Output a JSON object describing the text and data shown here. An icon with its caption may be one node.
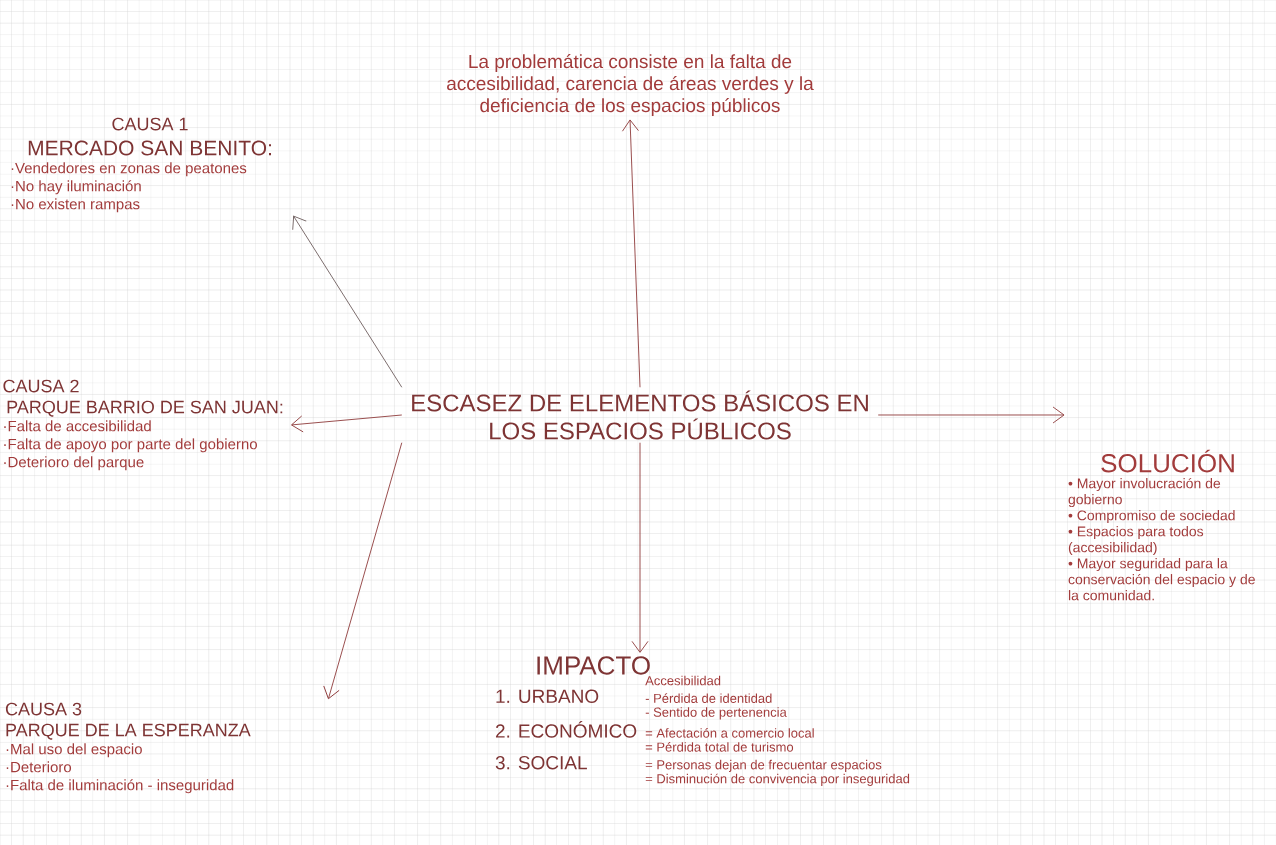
{
  "diagram": {
    "nodes": [
      {
        "text": [
          "ESCASEZ DE ELEMENTOS BÁSICOS EN LOS ESPACIOS PÚBLICOS"
        ]
      },
      {
        "text": [
          "La problemática consiste en la falta de accesibilidad, carencia de áreas verdes y la deficiencia de los espacios públicos"
        ]
      },
      {
        "text": [
          "CAUSA 1",
          "MERCADO SAN BENITO:",
          "·Vendedores en zonas de peatones",
          "·No hay iluminación",
          "·No existen rampas"
        ]
      },
      {
        "text": [
          "CAUSA 2",
          "PARQUE BARRIO DE SAN JUAN:",
          "·Falta de accesibilidad",
          "·Falta de apoyo por parte del gobierno",
          "·Deterioro del parque"
        ]
      },
      {
        "text": [
          "CAUSA 3",
          "PARQUE DE LA ESPERANZA",
          "·Mal uso del espacio",
          "·Deterioro",
          "·Falta de iluminación - inseguridad"
        ]
      },
      {
        "text": [
          "SOLUCIÓN",
          "• Mayor involucración de gobierno",
          "• Compromiso de sociedad",
          "• Espacios para todos (accesibilidad)",
          "• Mayor seguridad para la conservación del espacio y de la comunidad."
        ]
      },
      {
        "text": [
          "IMPACTO",
          "1. URBANO",
          "2. ECONÓMICO",
          "3. SOCIAL",
          "Accesibilidad",
          "- Pérdida de identidad",
          "- Sentido de pertenencia",
          "= Afectación a comercio local",
          "= Pérdida total de turismo",
          "= Personas dejan de frecuentar espacios",
          "= Disminución de convivencia por inseguridad"
        ]
      }
    ],
    "edges": [
      {
        "from": 0,
        "to": 1,
        "arrow": "to"
      },
      {
        "from": 0,
        "to": 2,
        "arrow": "to",
        "color": "#6e5e5e"
      },
      {
        "from": 0,
        "to": 3,
        "arrow": "to"
      },
      {
        "from": 0,
        "to": 4,
        "arrow": "to"
      },
      {
        "from": 0,
        "to": 5,
        "arrow": "to"
      },
      {
        "from": 0,
        "to": 6,
        "arrow": "to"
      }
    ]
  }
}
